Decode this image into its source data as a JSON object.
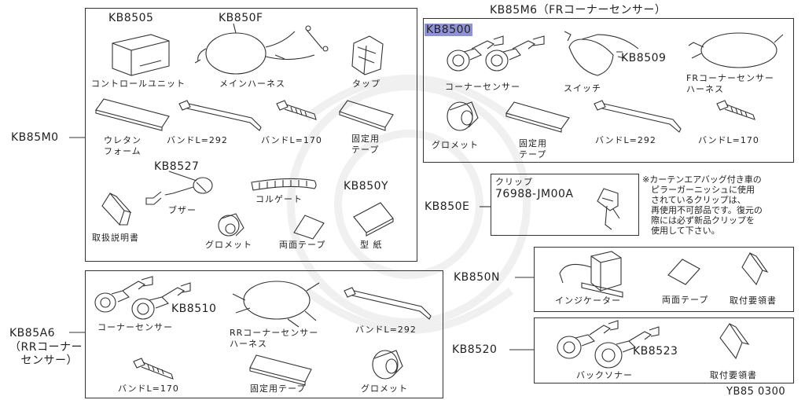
{
  "kits": {
    "kb85m0": {
      "label": "KB85M0",
      "parts": {
        "control_unit": {
          "code": "KB8505",
          "name": "コントロールユニット"
        },
        "main_harness": {
          "code": "KB850F",
          "name": "メインハーネス"
        },
        "tap": {
          "name": "タップ"
        },
        "urethane_foam": {
          "name": "ウレタン\nフォーム"
        },
        "band_292": {
          "name": "バンドL=292"
        },
        "band_170": {
          "name": "バンドL=170"
        },
        "fixing_tape": {
          "name": "固定用\nテープ"
        },
        "manual": {
          "name": "取扱説明書"
        },
        "buzzer": {
          "code": "KB8527",
          "name": "ブザー"
        },
        "corrugate": {
          "name": "コルゲート"
        },
        "grommet": {
          "name": "グロメット"
        },
        "double_tape": {
          "name": "両面テープ"
        },
        "template": {
          "code": "KB850Y",
          "name": "型 紙"
        }
      }
    },
    "kb85m6": {
      "label": "KB85M6（FRコーナーセンサー）",
      "parts": {
        "corner_sensor": {
          "code": "KB8500",
          "name": "コーナーセンサー"
        },
        "switch": {
          "code": "KB8509",
          "name": "スイッチ"
        },
        "fr_harness": {
          "name": "FRコーナーセンサー\nハーネス"
        },
        "grommet": {
          "name": "グロメット"
        },
        "fixing_tape": {
          "name": "固定用\nテープ"
        },
        "band_292": {
          "name": "バンドL=292"
        },
        "band_170": {
          "name": "バンドL=170"
        }
      }
    },
    "kb850e": {
      "label": "KB850E",
      "clip_title": "クリップ",
      "clip_code": "76988-JM00A",
      "note": "※カーテンエアバッグ付き車の\n　ピラーガーニッシュに使用\n　されているクリップは、\n　再使用不可部品です。復元の\n　際には必ず新品クリップを\n　使用して下さい。"
    },
    "kb85a6": {
      "label": "KB85A6\n（RRコーナー\n　センサー）",
      "parts": {
        "corner_sensor": {
          "code": "KB8510",
          "name": "コーナーセンサー"
        },
        "rr_harness": {
          "name": "RRコーナーセンサー\nハーネス"
        },
        "band_292": {
          "name": "バンドL=292"
        },
        "band_170": {
          "name": "バンドL=170"
        },
        "fixing_tape": {
          "name": "固定用テープ"
        },
        "grommet": {
          "name": "グロメット"
        }
      }
    },
    "kb850n": {
      "label": "KB850N",
      "parts": {
        "indicator": {
          "name": "インジケーター"
        },
        "double_tape": {
          "name": "両面テープ"
        },
        "install_guide": {
          "name": "取付要領書"
        }
      }
    },
    "kb8520": {
      "label": "KB8520",
      "parts": {
        "back_sonar": {
          "code": "KB8523",
          "name": "バックソナー"
        },
        "install_guide": {
          "name": "取付要領書"
        }
      }
    }
  },
  "footer": {
    "ref": "YB85 0300"
  }
}
